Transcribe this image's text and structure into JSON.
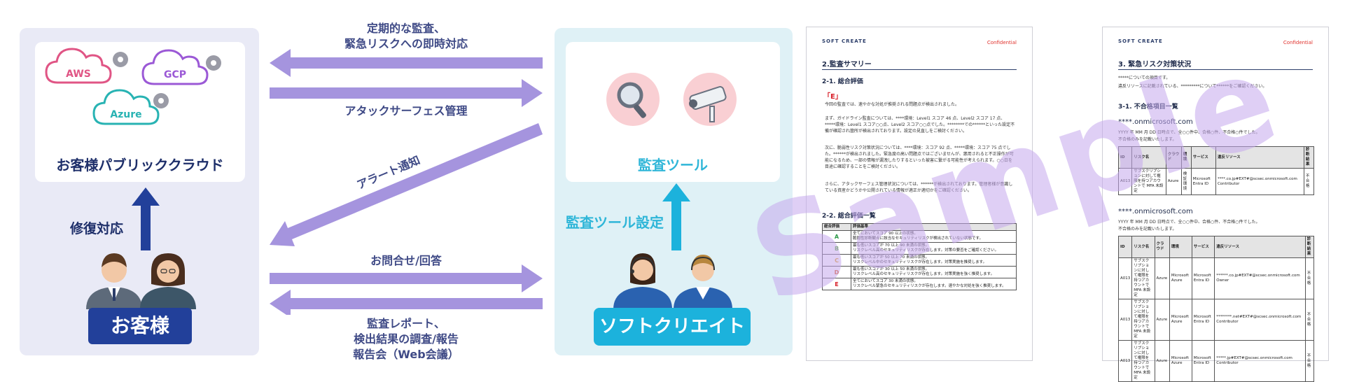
{
  "customer_panel": {
    "clouds": {
      "aws": "AWS",
      "gcp": "GCP",
      "azure": "Azure"
    },
    "cloud_label": "お客様パブリッククラウド",
    "repair_label": "修復対応",
    "customer_badge": "お客様"
  },
  "softcreate_panel": {
    "tool_label": "監査ツール",
    "tool_setting_label": "監査ツール設定",
    "badge": "ソフトクリエイト"
  },
  "arrows": {
    "periodic_line1": "定期的な監査、",
    "periodic_line2": "緊急リスクへの即時対応",
    "attack_surface": "アタックサーフェス管理",
    "alert": "アラート通知",
    "inquiry": "お問合せ/回答",
    "report_line1": "監査レポート、",
    "report_line2": "検出結果の調査/報告",
    "report_line3": "報告会（Web会議）"
  },
  "doc1": {
    "logo": "SOFT CREATE",
    "confidential": "Confidential",
    "title": "2.監査サマリー",
    "sec1": "2-1. 総合評価",
    "grade": "「E」",
    "para1": "今回の監査では、速やかな対処が推奨される問題点が検出されました。",
    "para2": "まず、ガイドライン監査については、****環境：Level1 スコア 46 点、Level2 スコア 17 点、*****環境：Level1 スコア○○点、Level2 スコア○○点でした。********での******といった設定不備が確認され箇所が検出されております。設定の見直しをご検討ください。",
    "para3": "次に、脆弱性リスク対策状況については、****環境：スコア 92 点、*****環境：スコア 75 点でした。******が検出されました。緊急度の高い問題点ではございませんが、悪用されると不正操作が可能になるため、一部の情報が漏洩したりするといった被害に繋がる可能性が考えられます。○○日を目途に確認することをご検討ください。",
    "para4": "さらに、アタックサーフェス管理状況については、******が検出されております。管理者様が意識している資産かどうかや公開されている情報が適正か適切かをご確認ください。",
    "sec2": "2-2. 総合評価一覧",
    "table_headers": [
      "総合評価",
      "評価基準"
    ],
    "rows": [
      {
        "grade": "A",
        "l1": "全てにおいてスコア 90 以上の状態。",
        "l2": "脆弱性診断観点に該当なセキュリティリスクが検出されていない状態です。"
      },
      {
        "grade": "B",
        "l1": "最も低いスコアが 70 以上 90 未満の状態。",
        "l2": "リスクレベル高のセキュリティリスクが存在します。対策の要否をご確認ください。"
      },
      {
        "grade": "C",
        "l1": "最も低いスコアが 50 以上 70 未満の状態。",
        "l2": "リスクレベル中のセキュリティリスクが存在します。対策実施を推奨します。"
      },
      {
        "grade": "D",
        "l1": "最も低いスコアが 30 以上 50 未満の状態。",
        "l2": "リスクレベル高のセキュリティリスクが存在します。対策実施を強く推奨します。"
      },
      {
        "grade": "E",
        "l1": "全てにおいてスコア 30 未満の状態。",
        "l2": "リスクレベル緊急のセキュリティリスクが存在します。速やかな対処を強く推奨します。"
      }
    ],
    "grade_colors": {
      "A": "#2e9a4a",
      "B": "#58a83a",
      "C": "#e0a020",
      "D": "#e05a20",
      "E": "#d8202a"
    }
  },
  "doc2": {
    "logo": "SOFT CREATE",
    "confidential": "Confidential",
    "title": "3. 緊急リスク対策状況",
    "intro1": "*****についての項目です。",
    "intro2": "違反リソースに記載されている、*********について******をご確認ください。",
    "sec1": "3-1. 不合格項目一覧",
    "tenant1": "****.onmicrosoft.com",
    "tenant1_note1": "YYYY 年 MM 月 DD 日時点で、全○○件中、合格○件、不合格○件でした。",
    "tenant1_note2": "不合格のみを記載いたします。",
    "table_headers": [
      "ID",
      "リスク名",
      "クラウド",
      "環境",
      "サービス",
      "違反リソース",
      "診断結果"
    ],
    "t1_rows": [
      {
        "id": "A013",
        "risk": "サブスクリプションに対して権限を持つアカウントで MFA 未設定",
        "cloud": "Azure",
        "env": "検証環境",
        "service": "Microsoft Entra ID",
        "resource": "****.co.jp#EXT#@scsec.onmicrosoft.com Contributor",
        "result": "不合格"
      }
    ],
    "tenant2": "****.onmicrosoft.com",
    "tenant2_note1": "YYYY 年 MM 月 DD 日時点で、全○○件中、合格○件、不合格○件でした。",
    "tenant2_note2": "不合格のみを記載いたします。",
    "t2_rows": [
      {
        "id": "A013",
        "risk": "サブスクリプションに対して権限を持つアカウントで MFA 未設定",
        "cloud": "Azure",
        "env": "Microsoft Azure",
        "service": "Microsoft Entra ID",
        "resource": "******.co.jp#EXT#@scsec.onmicrosoft.com Owner",
        "result": "不合格"
      },
      {
        "id": "A013",
        "risk": "サブスクリプションに対して権限を持つアカウントで MFA 未設定",
        "cloud": "Azure",
        "env": "Microsoft Azure",
        "service": "Microsoft Entra ID",
        "resource": "********.net#EXT#@scsec.onmicrosoft.com Contributor",
        "result": "不合格"
      },
      {
        "id": "A013",
        "risk": "サブスクリプションに対して権限を持つアカウントで MFA 未設定",
        "cloud": "Azure",
        "env": "Microsoft Azure",
        "service": "Microsoft Entra ID",
        "resource": "*****.jp#EXT#@scsec.onmicrosoft.com Contributor",
        "result": "不合格"
      }
    ]
  },
  "watermark": "Sample",
  "colors": {
    "arrow": "#a594de",
    "navy": "#22409a",
    "cyan": "#1cb2dc",
    "aws": "#e05585",
    "gcp": "#9b59d6",
    "azure": "#28b3b3"
  }
}
